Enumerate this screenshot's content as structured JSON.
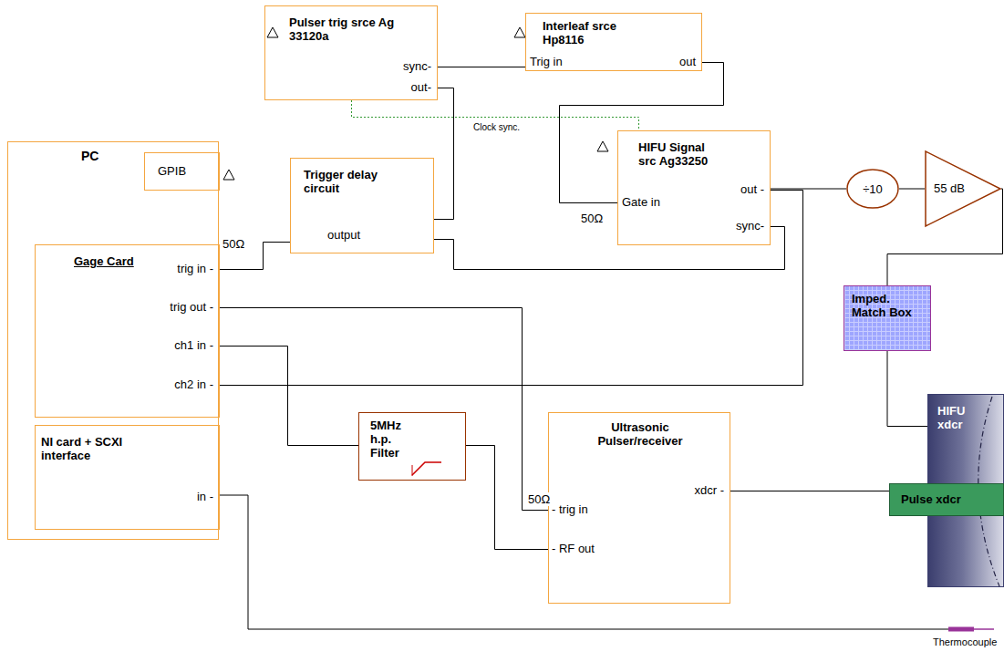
{
  "diagram": {
    "nodes": [
      {
        "text": [
          "PC"
        ]
      },
      {
        "text": [
          "GPIB"
        ],
        "in": 0
      },
      {
        "text": [
          "Gage Card",
          "trig in -",
          "trig out -",
          "ch1 in -",
          "ch2 in -"
        ],
        "in": 0
      },
      {
        "text": [
          "NI card + SCXI interface",
          "in -"
        ],
        "in": 0
      },
      {
        "text": [
          "Pulser trig srce Ag 33120a",
          "sync-",
          "out-"
        ]
      },
      {
        "text": [
          "Interleaf srce Hp8116",
          "Trig in",
          "out"
        ]
      },
      {
        "text": [
          "Trigger delay circuit",
          "output"
        ]
      },
      {
        "text": [
          "HIFU Signal src Ag33250",
          "out -",
          "Gate in",
          "sync-"
        ]
      },
      {
        "text": [
          "÷10"
        ]
      },
      {
        "text": [
          "55 dB"
        ]
      },
      {
        "text": [
          "Imped. Match Box"
        ]
      },
      {
        "text": [
          "HIFU xdcr"
        ]
      },
      {
        "text": [
          "Pulse xdcr"
        ]
      },
      {
        "text": [
          "5MHz h.p. Filter"
        ]
      },
      {
        "text": [
          "Ultrasonic Pulser/receiver",
          "xdcr -",
          "- trig in",
          "- RF out"
        ]
      }
    ],
    "edges": [
      {
        "from": 4,
        "to": 5,
        "arrow": "none"
      },
      {
        "from": 4,
        "to": 6,
        "arrow": "none"
      },
      {
        "from": 5,
        "to": 7,
        "arrow": "none"
      },
      {
        "from": 6,
        "to": 2,
        "arrow": "none"
      },
      {
        "from": 7,
        "to": 6,
        "arrow": "none"
      },
      {
        "from": 7,
        "to": 8,
        "arrow": "none"
      },
      {
        "from": 7,
        "to": 2,
        "arrow": "none"
      },
      {
        "from": 8,
        "to": 9,
        "arrow": "none"
      },
      {
        "from": 9,
        "to": 10,
        "arrow": "none"
      },
      {
        "from": 10,
        "to": 11,
        "arrow": "none"
      },
      {
        "from": 2,
        "to": 14,
        "arrow": "none"
      },
      {
        "from": 2,
        "to": 13,
        "arrow": "none"
      },
      {
        "from": 13,
        "to": 14,
        "arrow": "none"
      },
      {
        "from": 14,
        "to": 12,
        "arrow": "none"
      },
      {
        "from": 4,
        "to": 7,
        "label": "Clock sync.",
        "arrow": "none"
      }
    ],
    "labels": [
      "50Ω",
      "50Ω",
      "50Ω",
      "Thermocouple"
    ]
  }
}
